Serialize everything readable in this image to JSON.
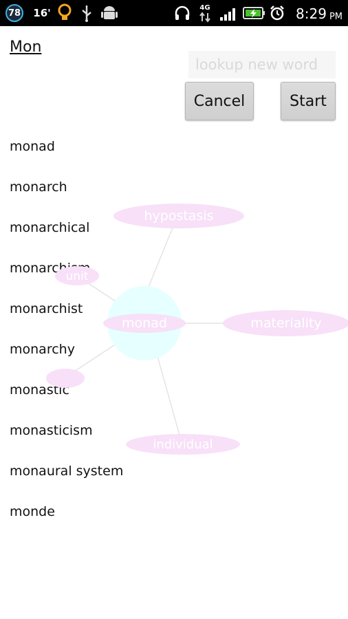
{
  "status_bar": {
    "badge": "78",
    "temperature": "16'",
    "network": "4G",
    "time": "8:29",
    "ampm": "PM",
    "icons": [
      "notification-badge",
      "lightbulb-icon",
      "usb-icon",
      "android-icon",
      "headphones-icon",
      "data-arrows-icon",
      "signal-icon",
      "battery-charging-icon",
      "alarm-icon"
    ]
  },
  "search": {
    "query": "Mon",
    "placeholder": "lookup new word",
    "cancel_label": "Cancel",
    "start_label": "Start"
  },
  "word_list": [
    "monad",
    "monarch",
    "monarchical",
    "monarchism",
    "monarchist",
    "monarchy",
    "monastic",
    "monasticism",
    "monaural system",
    "monde"
  ],
  "graph": {
    "center": "monad",
    "nodes": [
      "hypostasis",
      "unit",
      "materiality",
      "individual"
    ],
    "colors": {
      "center": "#e6ffff",
      "node": "#f8e0f8",
      "label": "#ffffff"
    }
  }
}
